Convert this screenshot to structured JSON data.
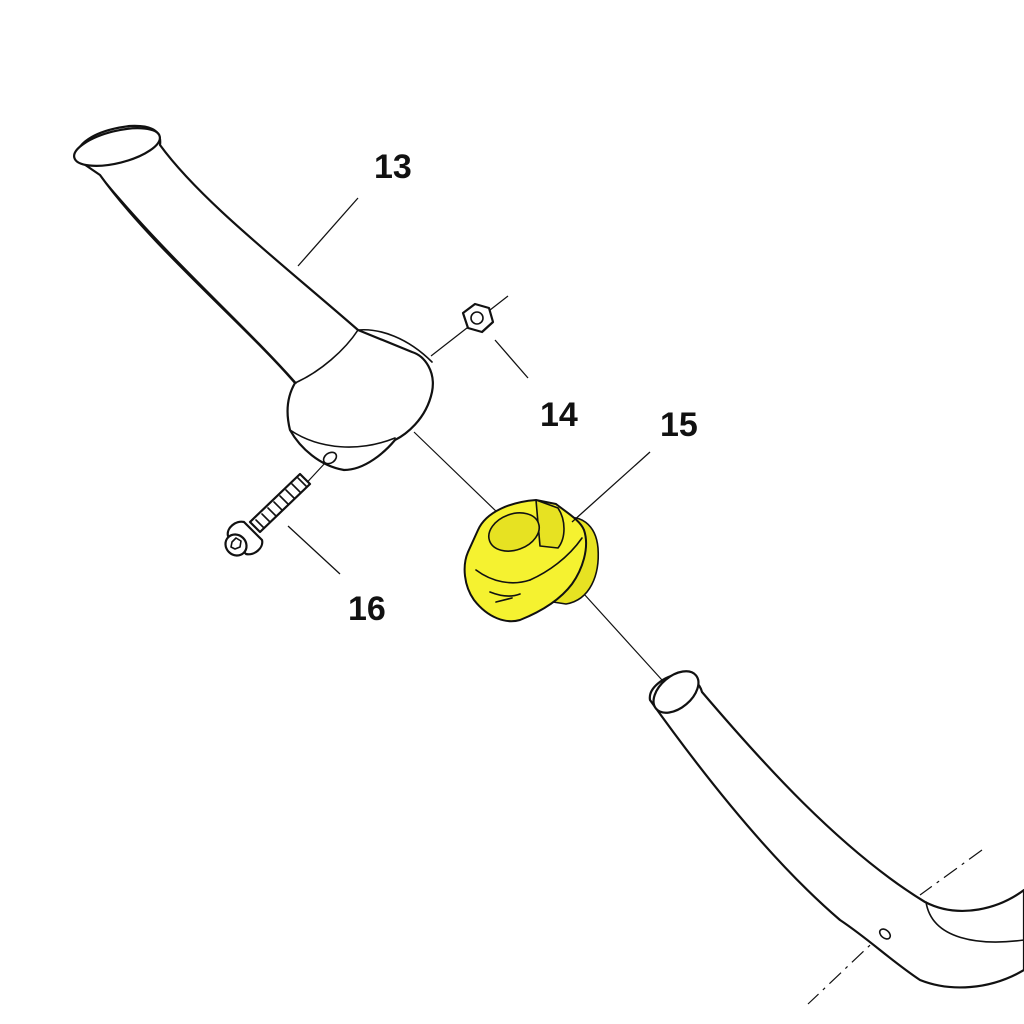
{
  "diagram": {
    "parts": [
      {
        "id": "13",
        "label": "13",
        "name": "handle-grip"
      },
      {
        "id": "14",
        "label": "14",
        "name": "lock-nut"
      },
      {
        "id": "15",
        "label": "15",
        "name": "clamp-block",
        "highlighted": true
      },
      {
        "id": "16",
        "label": "16",
        "name": "socket-head-screw"
      }
    ],
    "colors": {
      "highlight": "#f5f230",
      "line": "#111111",
      "background": "#ffffff"
    }
  }
}
